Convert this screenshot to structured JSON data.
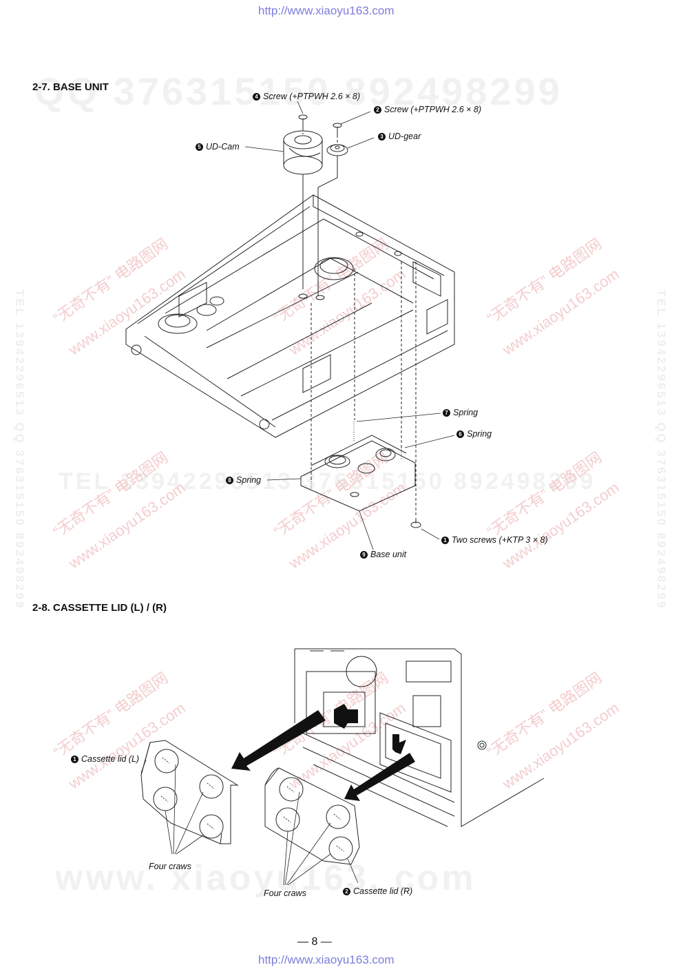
{
  "header": {
    "url": "http://www.xiaoyu163.com"
  },
  "footer": {
    "page_number": "— 8 —",
    "url": "http://www.xiaoyu163.com"
  },
  "watermarks": {
    "qq_line": "QQ 376315150  892498299",
    "tel_line": "TEL 13942296513  376315150  892498299",
    "www_line": "www. xiaoyu163. com",
    "vertical": "TEL 13942296513  QQ 376315150  892498299",
    "diag_cn": "“无奇不有” 电路图网",
    "diag_url": "www.xiaoyu163.com"
  },
  "section_base": {
    "title": "2-7. BASE UNIT",
    "labels": [
      {
        "num": "4",
        "text": "Screw  (+PTPWH 2.6 × 8)"
      },
      {
        "num": "2",
        "text": "Screw  (+PTPWH 2.6 × 8)"
      },
      {
        "num": "3",
        "text": "UD-gear"
      },
      {
        "num": "5",
        "text": "UD-Cam"
      },
      {
        "num": "7",
        "text": "Spring"
      },
      {
        "num": "6",
        "text": "Spring"
      },
      {
        "num": "8",
        "text": "Spring"
      },
      {
        "num": "1",
        "text": "Two screws  (+KTP 3 × 8)"
      },
      {
        "num": "9",
        "text": "Base unit"
      }
    ]
  },
  "section_cassette": {
    "title": "2-8. CASSETTE LID (L) / (R)",
    "labels": [
      {
        "num": "1",
        "text": "Cassette lid (L)"
      },
      {
        "num": "",
        "text": "Four craws"
      },
      {
        "num": "",
        "text": "Four craws"
      },
      {
        "num": "2",
        "text": "Cassette lid (R)"
      }
    ]
  }
}
